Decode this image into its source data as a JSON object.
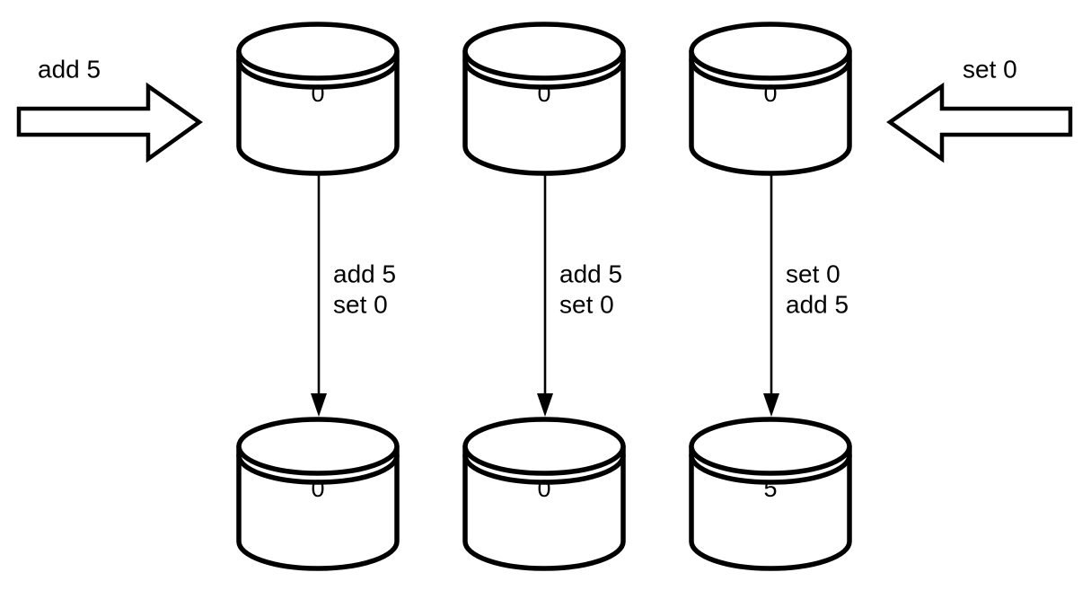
{
  "diagram": {
    "title": "replica-convergence-diagram",
    "background_color": "#ffffff",
    "stroke_color": "#000000",
    "input_arrows": [
      {
        "name": "left-input-arrow",
        "label": "add 5",
        "direction": "right"
      },
      {
        "name": "right-input-arrow",
        "label": "set 0",
        "direction": "left"
      }
    ],
    "columns": [
      {
        "name": "replica-1",
        "top_value": "0",
        "bottom_value": "0",
        "operations": [
          "add 5",
          "set 0"
        ]
      },
      {
        "name": "replica-2",
        "top_value": "0",
        "bottom_value": "0",
        "operations": [
          "add 5",
          "set 0"
        ]
      },
      {
        "name": "replica-3",
        "top_value": "0",
        "bottom_value": "5",
        "operations": [
          "set 0",
          "add 5"
        ]
      }
    ]
  }
}
